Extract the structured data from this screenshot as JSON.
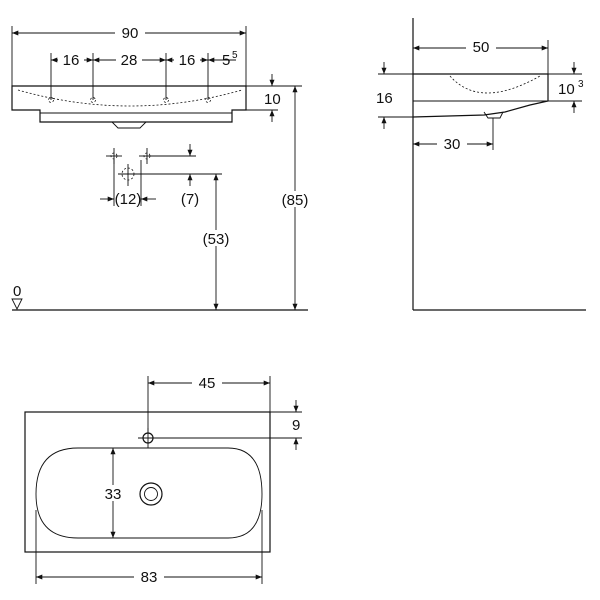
{
  "front_view": {
    "width": "90",
    "tap_spacing_left": "16",
    "tap_spacing_mid": "28",
    "tap_spacing_right": "16",
    "edge_offset": "5",
    "edge_offset_sup": "5",
    "rim_height": "10",
    "total_height": "(85)",
    "drain_offset": "(12)",
    "drain_depth": "(7)",
    "drain_height": "(53)",
    "floor_label": "0"
  },
  "side_view": {
    "depth": "50",
    "height": "16",
    "rim_height": "10",
    "rim_height_sup": "3",
    "drain_offset": "30"
  },
  "top_view": {
    "tap_offset": "45",
    "tap_from_back": "9",
    "bowl_depth": "33",
    "bowl_width": "83"
  }
}
